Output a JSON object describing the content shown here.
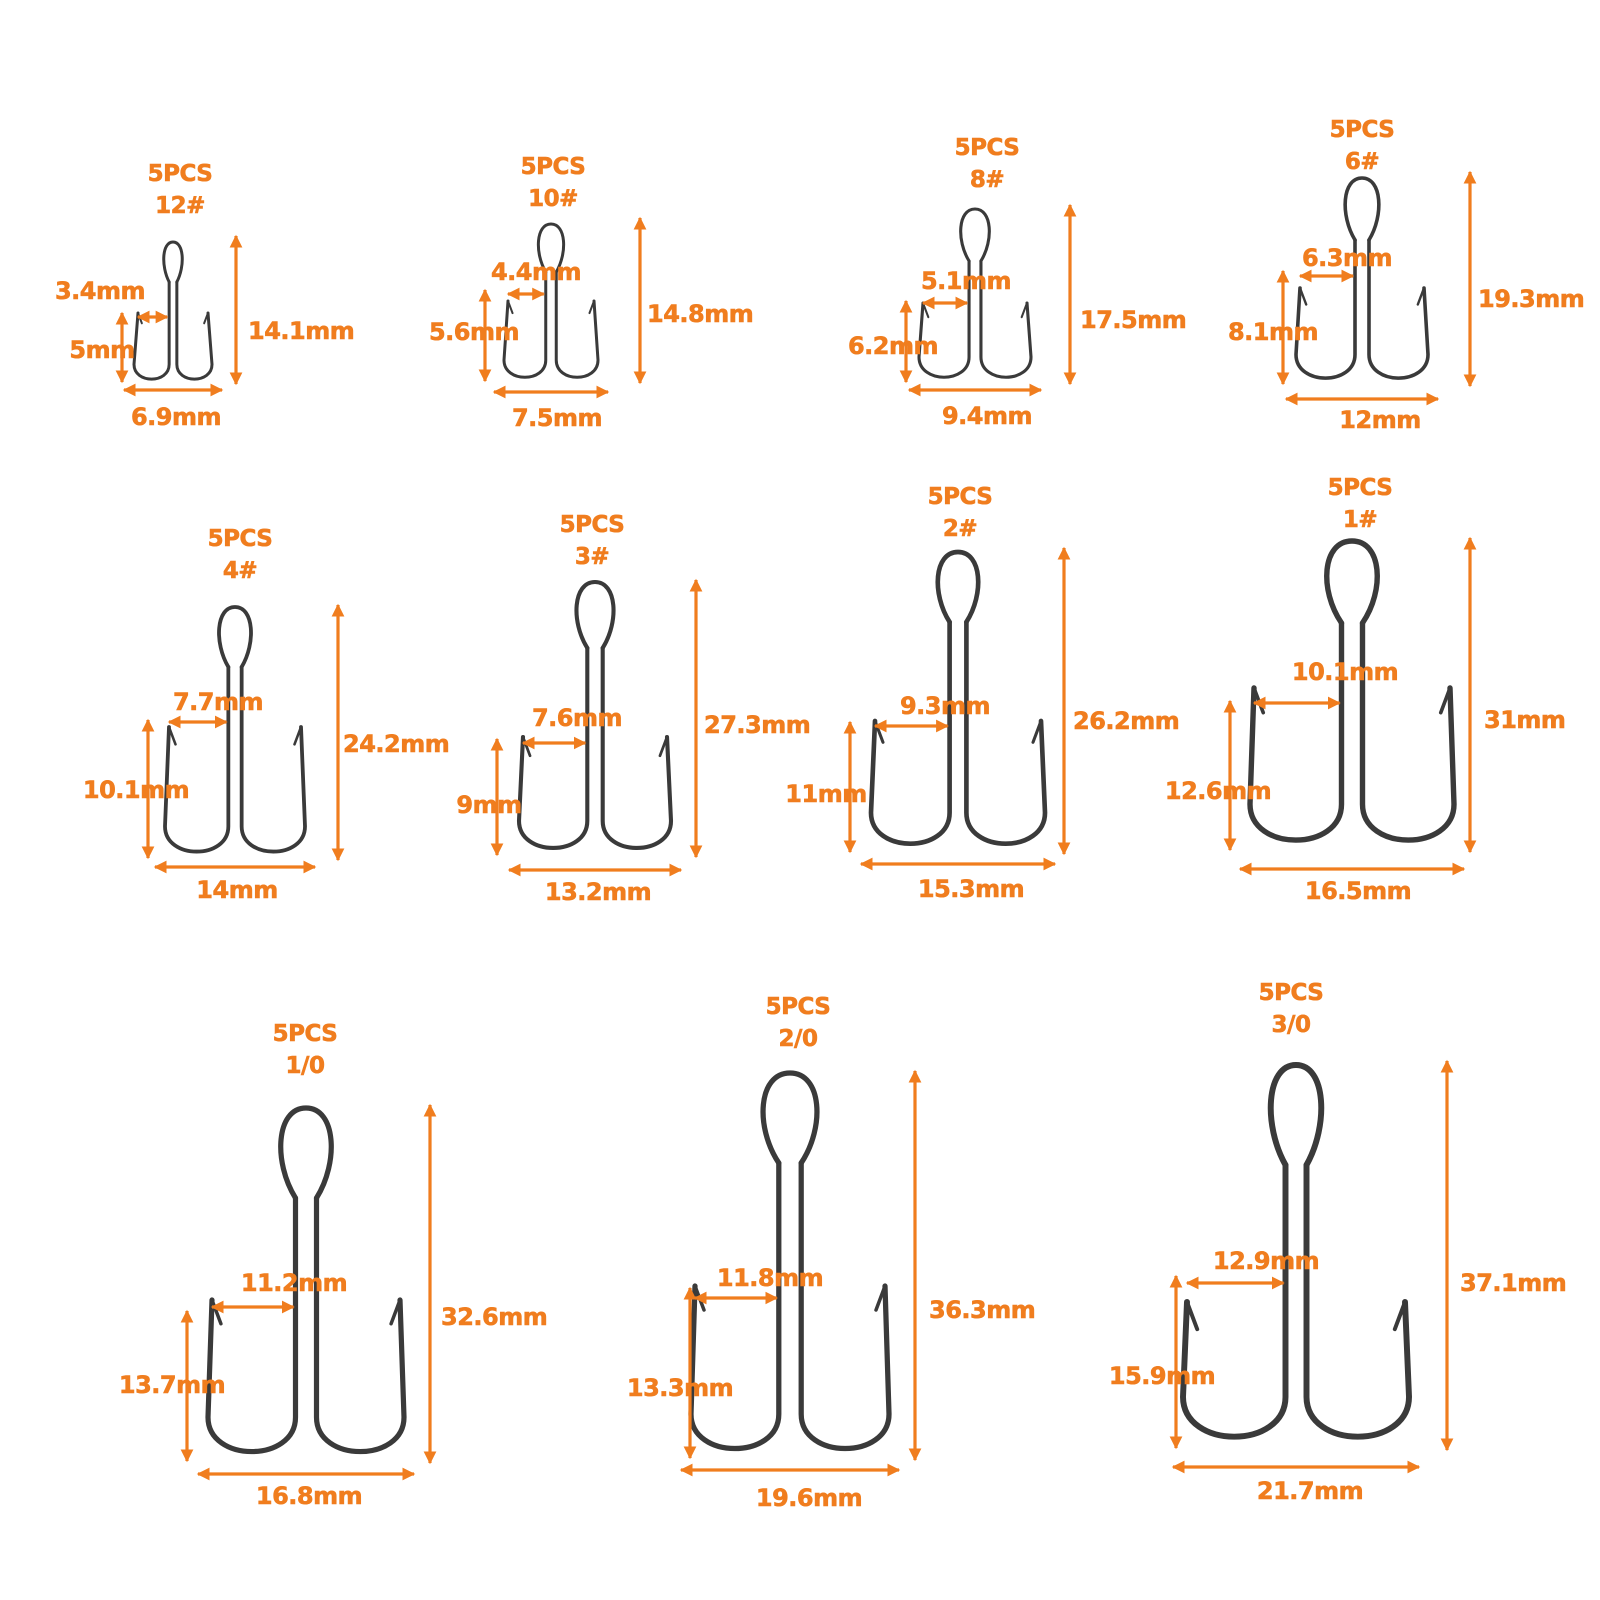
{
  "colors": {
    "accent": "#f07d1e",
    "hook": "#3a3a3a",
    "background": "#ffffff"
  },
  "hooks": [
    {
      "qty": "5PCS",
      "size": "12#",
      "gap": "3.4mm",
      "shank": "5mm",
      "length": "14.1mm",
      "width": "6.9mm"
    },
    {
      "qty": "5PCS",
      "size": "10#",
      "gap": "4.4mm",
      "shank": "5.6mm",
      "length": "14.8mm",
      "width": "7.5mm"
    },
    {
      "qty": "5PCS",
      "size": "8#",
      "gap": "5.1mm",
      "shank": "6.2mm",
      "length": "17.5mm",
      "width": "9.4mm"
    },
    {
      "qty": "5PCS",
      "size": "6#",
      "gap": "6.3mm",
      "shank": "8.1mm",
      "length": "19.3mm",
      "width": "12mm"
    },
    {
      "qty": "5PCS",
      "size": "4#",
      "gap": "7.7mm",
      "shank": "10.1mm",
      "length": "24.2mm",
      "width": "14mm"
    },
    {
      "qty": "5PCS",
      "size": "3#",
      "gap": "7.6mm",
      "shank": "9mm",
      "length": "27.3mm",
      "width": "13.2mm"
    },
    {
      "qty": "5PCS",
      "size": "2#",
      "gap": "9.3mm",
      "shank": "11mm",
      "length": "26.2mm",
      "width": "15.3mm"
    },
    {
      "qty": "5PCS",
      "size": "1#",
      "gap": "10.1mm",
      "shank": "12.6mm",
      "length": "31mm",
      "width": "16.5mm"
    },
    {
      "qty": "5PCS",
      "size": "1/0",
      "gap": "11.2mm",
      "shank": "13.7mm",
      "length": "32.6mm",
      "width": "16.8mm"
    },
    {
      "qty": "5PCS",
      "size": "2/0",
      "gap": "11.8mm",
      "shank": "13.3mm",
      "length": "36.3mm",
      "width": "19.6mm"
    },
    {
      "qty": "5PCS",
      "size": "3/0",
      "gap": "12.9mm",
      "shank": "15.9mm",
      "length": "37.1mm",
      "width": "21.7mm"
    }
  ]
}
